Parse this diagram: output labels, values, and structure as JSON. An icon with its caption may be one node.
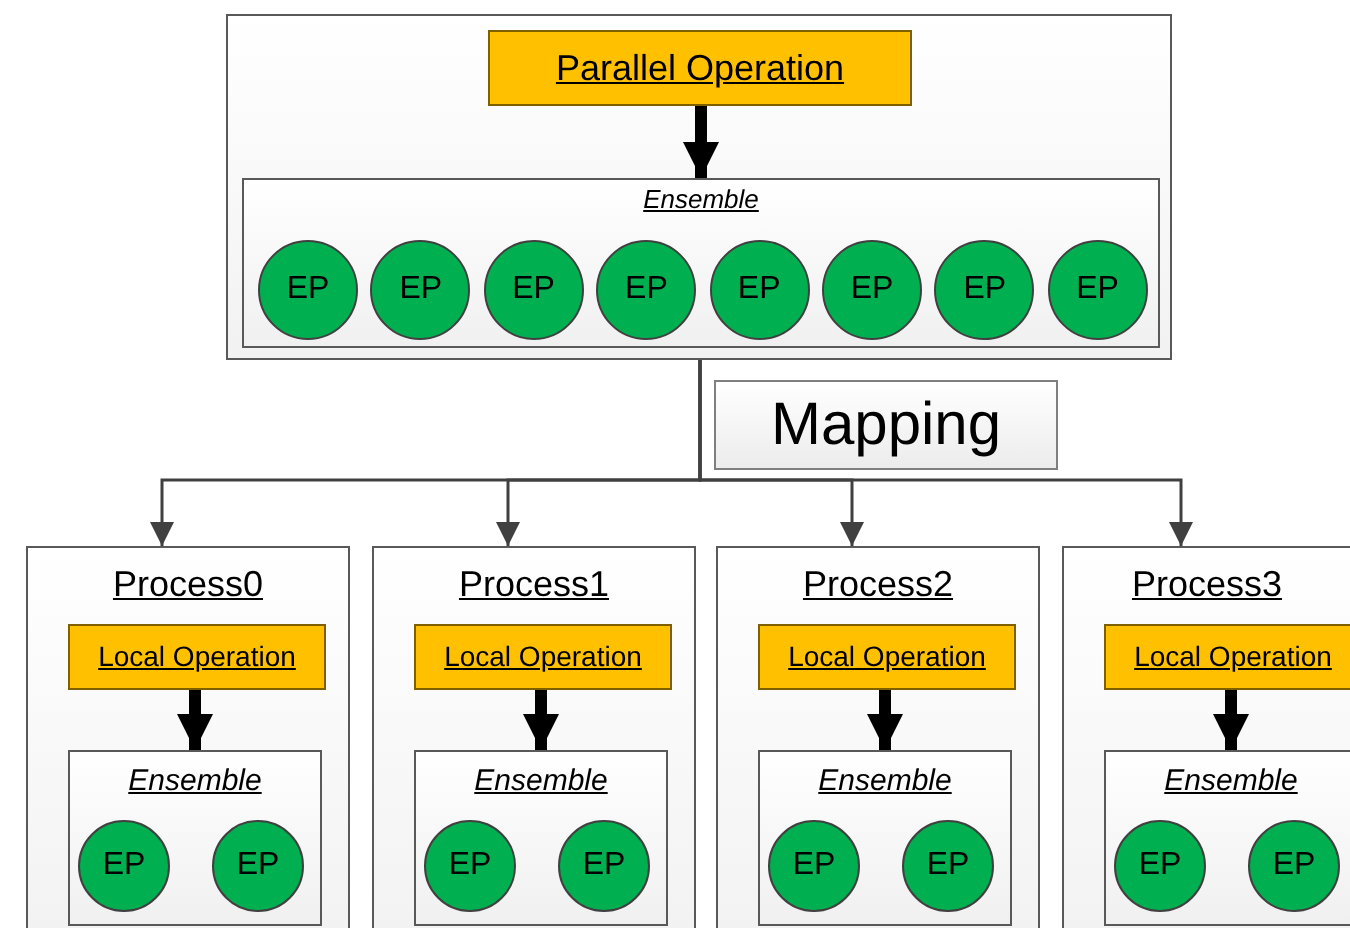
{
  "diagram": {
    "nodes": [
      {
        "text": [],
        "shape": "box"
      },
      {
        "text": [
          "Parallel Operation"
        ],
        "in": 0
      },
      {
        "text": [
          "Ensemble"
        ],
        "in": 0
      },
      {
        "text": [
          "EP"
        ],
        "in": 2
      },
      {
        "text": [
          "EP"
        ],
        "in": 2
      },
      {
        "text": [
          "EP"
        ],
        "in": 2
      },
      {
        "text": [
          "EP"
        ],
        "in": 2
      },
      {
        "text": [
          "EP"
        ],
        "in": 2
      },
      {
        "text": [
          "EP"
        ],
        "in": 2
      },
      {
        "text": [
          "EP"
        ],
        "in": 2
      },
      {
        "text": [
          "EP"
        ],
        "in": 2
      },
      {
        "text": [
          "Mapping"
        ]
      },
      {
        "text": [
          "Process0"
        ]
      },
      {
        "text": [
          "Local Operation"
        ],
        "in": 12
      },
      {
        "text": [
          "Ensemble"
        ],
        "in": 12
      },
      {
        "text": [
          "EP"
        ],
        "in": 14
      },
      {
        "text": [
          "EP"
        ],
        "in": 14
      },
      {
        "text": [
          "Process1"
        ]
      },
      {
        "text": [
          "Local Operation"
        ],
        "in": 17
      },
      {
        "text": [
          "Ensemble"
        ],
        "in": 17
      },
      {
        "text": [
          "EP"
        ],
        "in": 19
      },
      {
        "text": [
          "EP"
        ],
        "in": 19
      },
      {
        "text": [
          "Process2"
        ]
      },
      {
        "text": [
          "Local Operation"
        ],
        "in": 22
      },
      {
        "text": [
          "Ensemble"
        ],
        "in": 22
      },
      {
        "text": [
          "EP"
        ],
        "in": 24
      },
      {
        "text": [
          "EP"
        ],
        "in": 24
      },
      {
        "text": [
          "Process3"
        ]
      },
      {
        "text": [
          "Local Operation"
        ],
        "in": 27
      },
      {
        "text": [
          "Ensemble"
        ],
        "in": 27
      },
      {
        "text": [
          "EP"
        ],
        "in": 29
      },
      {
        "text": [
          "EP"
        ],
        "in": 29
      }
    ],
    "edges": [
      {
        "from": 1,
        "to": 2,
        "arrow": "to"
      },
      {
        "from": 0,
        "to": 12,
        "arrow": "to",
        "color": "#404040"
      },
      {
        "from": 0,
        "to": 17,
        "arrow": "to",
        "color": "#404040"
      },
      {
        "from": 0,
        "to": 22,
        "arrow": "to",
        "color": "#404040"
      },
      {
        "from": 0,
        "to": 27,
        "arrow": "to",
        "color": "#404040"
      },
      {
        "from": 13,
        "to": 14,
        "arrow": "to"
      },
      {
        "from": 18,
        "to": 19,
        "arrow": "to"
      },
      {
        "from": 23,
        "to": 24,
        "arrow": "to"
      },
      {
        "from": 28,
        "to": 29,
        "arrow": "to"
      }
    ]
  }
}
